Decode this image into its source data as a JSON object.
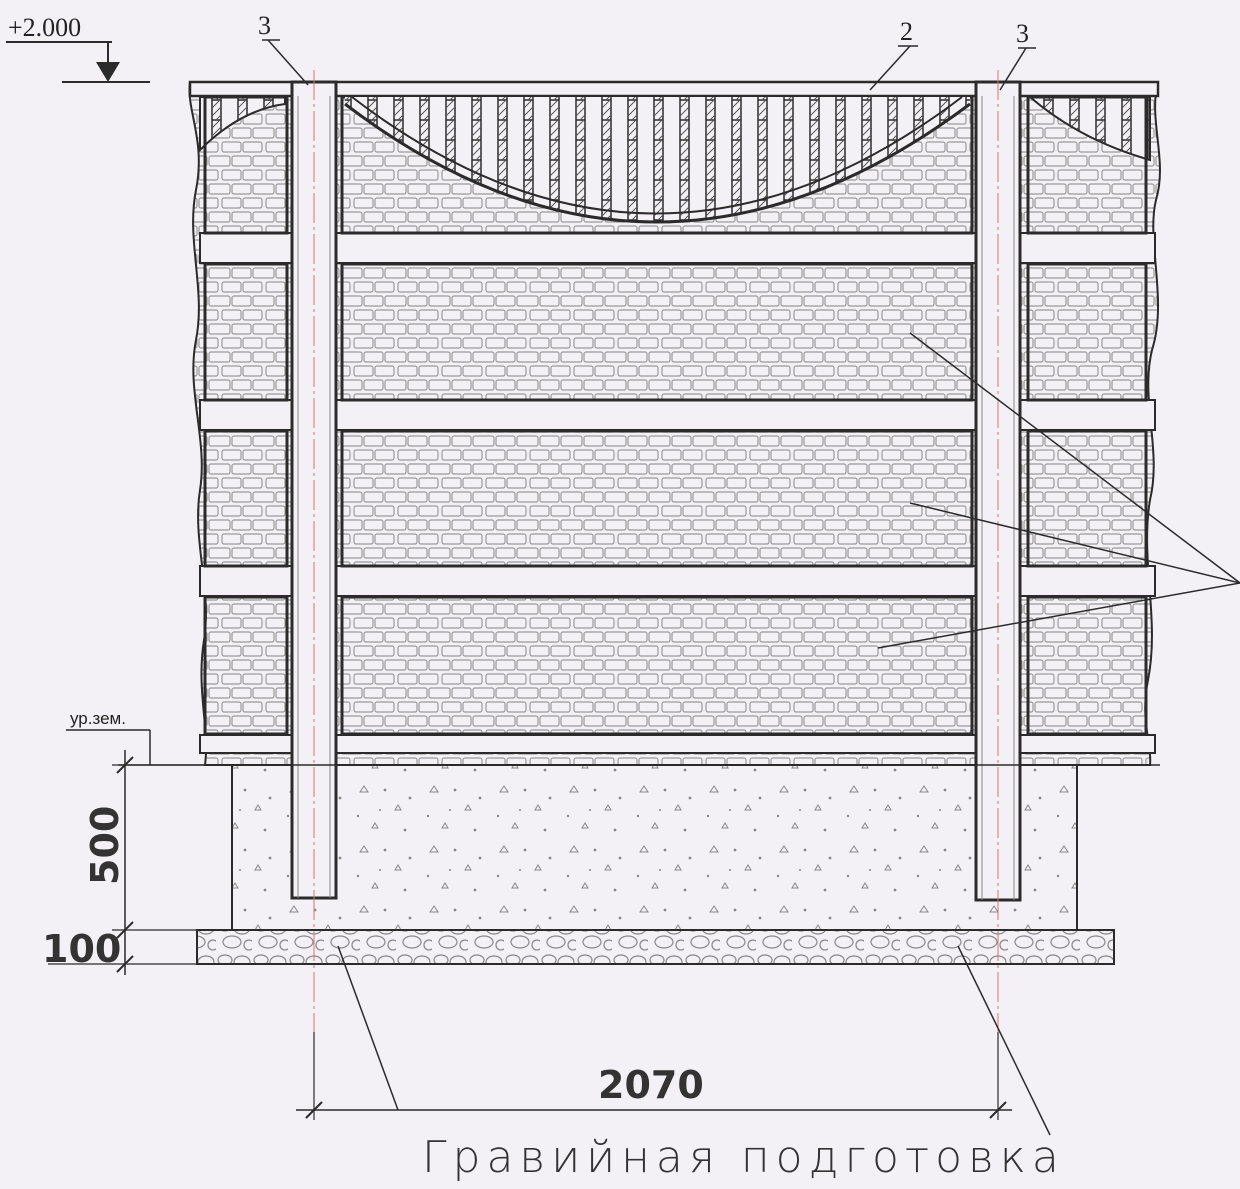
{
  "drawing": {
    "elevation_label": "+2.000",
    "callout_panel_top": "2",
    "callout_post_left": "3",
    "callout_post_right": "3",
    "ground_level_label": "ур.зем.",
    "dim_foundation_height": "500",
    "dim_gravel_height": "100",
    "dim_post_spacing": "2070",
    "caption_gravel": "Гравийная подготовка"
  },
  "colors": {
    "background": "#f3f1f6",
    "line": "#2b2b2b",
    "brick": "#9a9a9a",
    "axis": "#e07070"
  }
}
